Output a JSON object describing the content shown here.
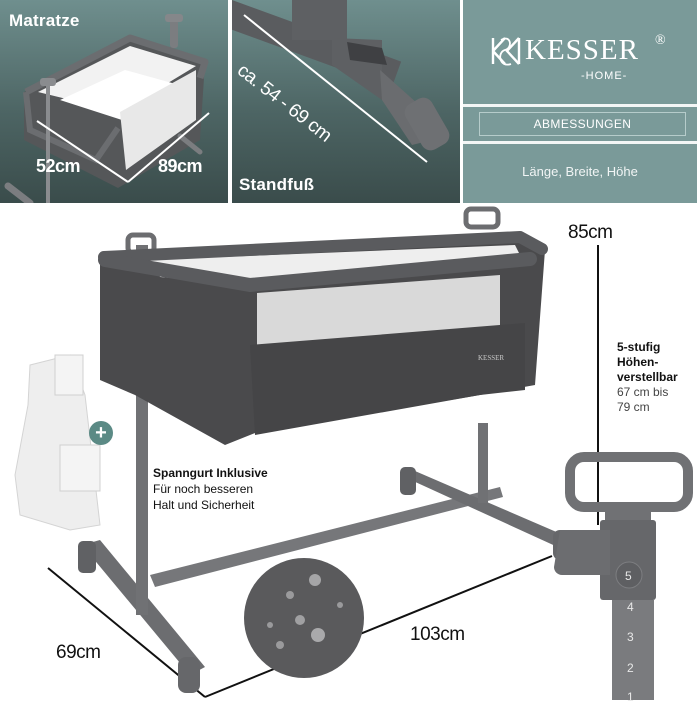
{
  "panels": {
    "mattress": {
      "title": "Matratze",
      "width_label": "52cm",
      "length_label": "89cm"
    },
    "stand": {
      "title": "Standfuß",
      "range_label": "ca. 54 - 69 cm"
    },
    "brand": {
      "logo_glyph": "KSH monogram",
      "name": "KESSER",
      "registered": "®",
      "sub": "-HOME-",
      "section_label": "ABMESSUNGEN",
      "section_caption": "Länge, Breite, Höhe"
    }
  },
  "main": {
    "height_label": "85cm",
    "depth_label": "69cm",
    "width_label": "103cm",
    "height_adjust": {
      "line1": "5-stufig",
      "line2": "Höhen-",
      "line3": "verstellbar",
      "line4": "67 cm bis",
      "line5": "79 cm"
    },
    "strap": {
      "title": "Spanngurt Inklusive",
      "line1": "Für noch besseren",
      "line2": "Halt und Sicherheit",
      "plus_icon": "+"
    },
    "height_steps": [
      "5",
      "4",
      "3",
      "2",
      "1"
    ]
  },
  "colors": {
    "panel_teal": "#7a9a99",
    "panel_dark": "#3a4c4b",
    "fabric_gray": "#4a4a4c",
    "frame_gray": "#6c6d70",
    "plus_green": "#5b8a85"
  }
}
